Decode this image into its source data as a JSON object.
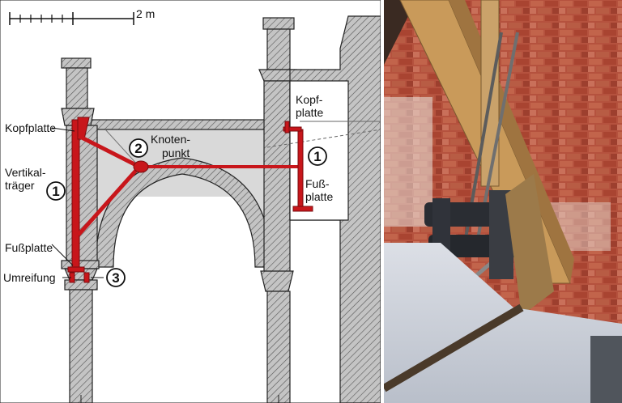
{
  "scale": {
    "label": "2 m"
  },
  "labels": {
    "kopfplatte_left": "Kopfplatte",
    "vertikal_line1": "Vertikal-",
    "vertikal_line2": "träger",
    "fussplatte_left": "Fußplatte",
    "umreifung": "Umreifung",
    "knoten_line1": "Knoten-",
    "knoten_line2": "punkt",
    "kopf_right_line1": "Kopf-",
    "kopf_right_line2": "platte",
    "fuss_right_line1": "Fuß-",
    "fuss_right_line2": "platte"
  },
  "markers": {
    "vertical_beam": "1",
    "node_point": "2",
    "banding": "3",
    "right_bracket": "1"
  },
  "colors": {
    "steel": "#c8161b",
    "masonry_fill": "#bdbdbd",
    "infill": "#d9d9d9",
    "outline": "#222222"
  }
}
